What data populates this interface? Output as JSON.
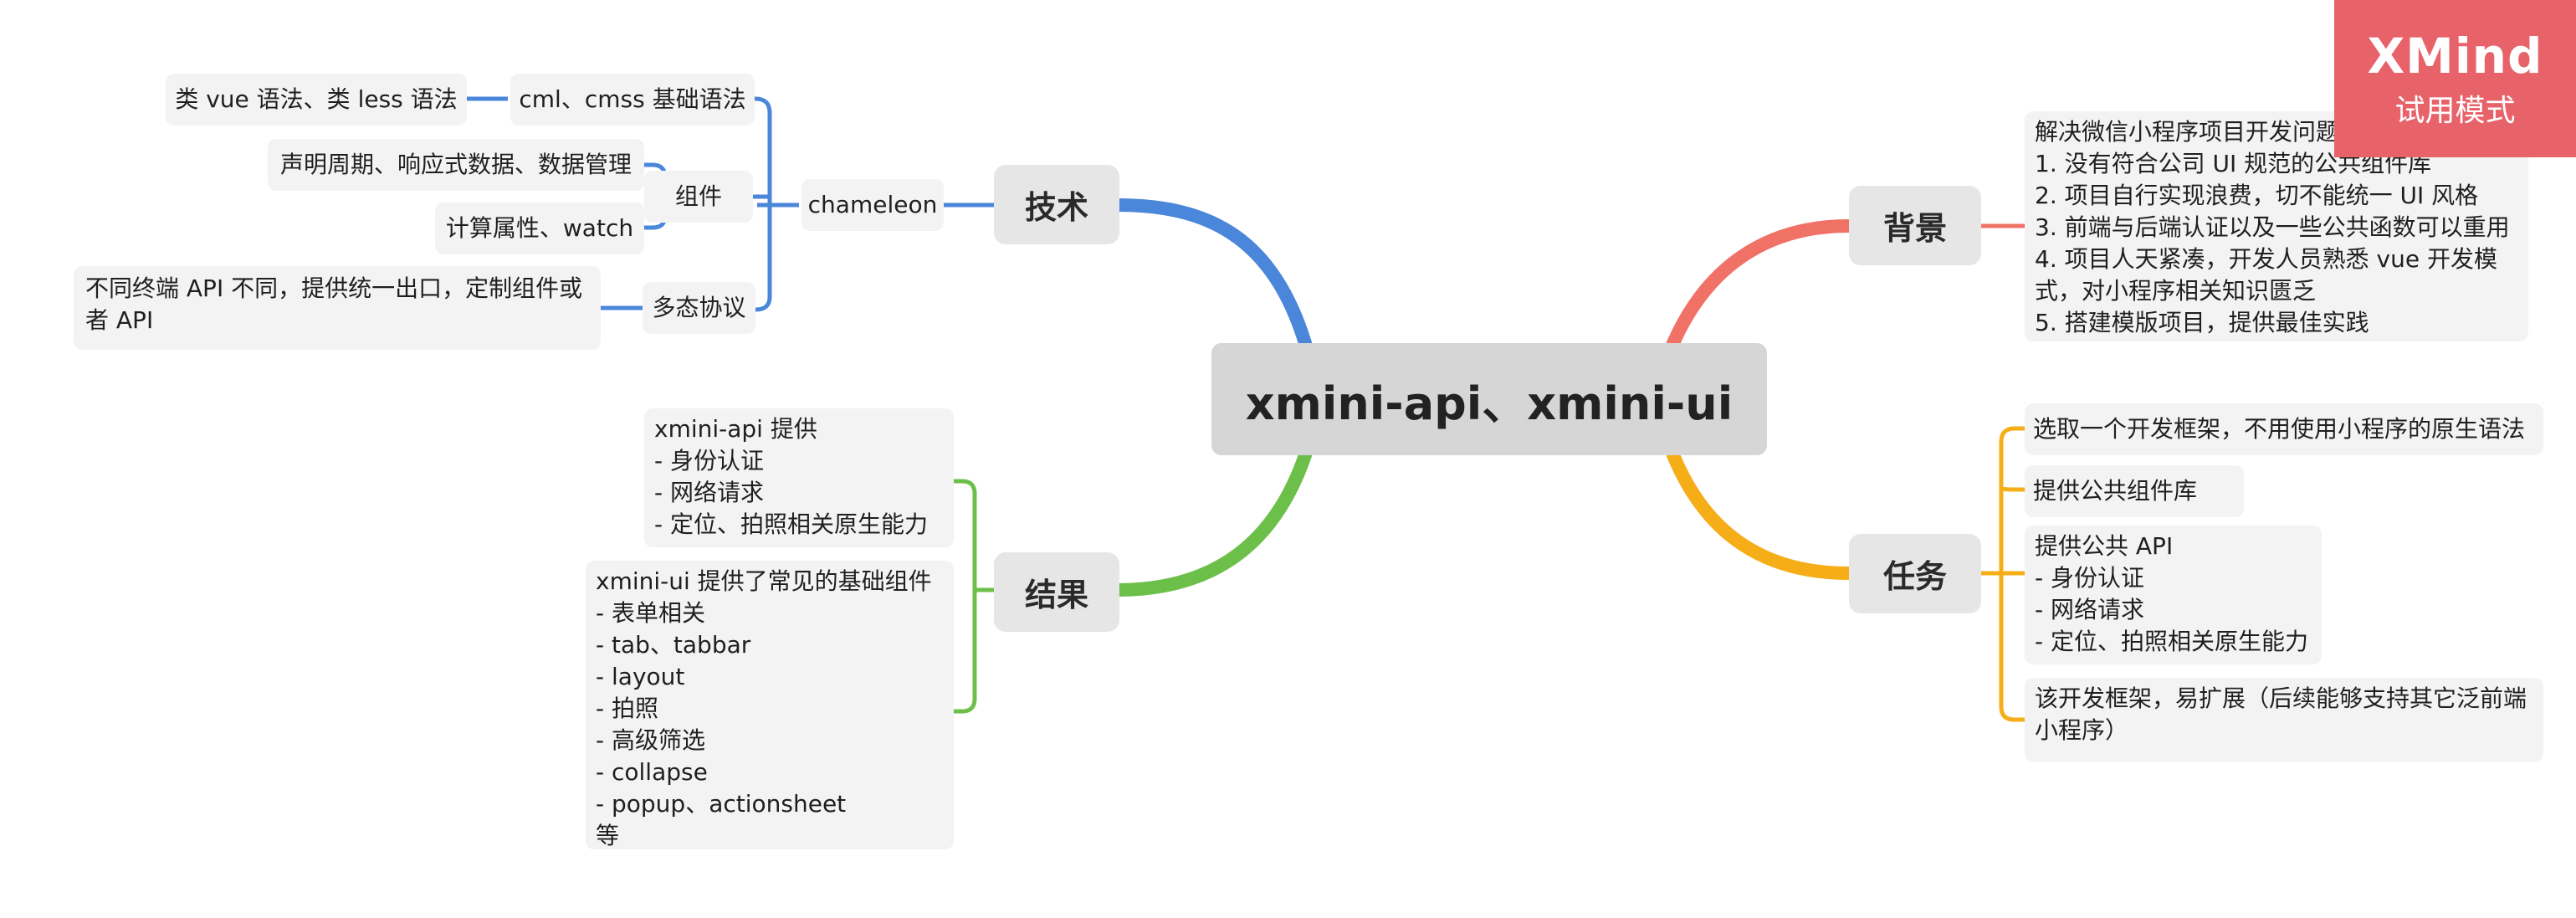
{
  "root": "xmini-api、xmini-ui",
  "watermark": {
    "brand": "XMind",
    "mode": "试用模式"
  },
  "colors": {
    "tech": "#4a86d9",
    "result": "#6cc04a",
    "background": "#f07166",
    "task": "#f5ae18",
    "watermark": "#e8626a"
  },
  "branches": {
    "tech": {
      "label": "技术",
      "chameleon": "chameleon",
      "cml": "cml、cmss 基础语法",
      "cml_detail": "类 vue 语法、类 less 语法",
      "component": "组件",
      "lifecycle": "声明周期、响应式数据、数据管理",
      "computed": "计算属性、watch",
      "polymorphic": "多态协议",
      "polymorphic_detail": "不同终端 API 不同，提供统一出口，定制组件或者 API"
    },
    "result": {
      "label": "结果",
      "api": "xmini-api 提供\n- 身份认证\n- 网络请求\n- 定位、拍照相关原生能力",
      "ui": "xmini-ui 提供了常见的基础组件\n- 表单相关\n- tab、tabbar\n- layout\n- 拍照\n- 高级筛选\n- collapse\n- popup、actionsheet\n等"
    },
    "background": {
      "label": "背景",
      "text": "解决微信小程序项目开发问题：\n1. 没有符合公司 UI 规范的公共组件库\n2. 项目自行实现浪费，切不能统一 UI 风格\n3. 前端与后端认证以及一些公共函数可以重用\n4. 项目人天紧凑，开发人员熟悉 vue 开发模式，对小程序相关知识匮乏\n5. 搭建模版项目，提供最佳实践"
    },
    "task": {
      "label": "任务",
      "items": [
        "选取一个开发框架，不用使用小程序的原生语法",
        "提供公共组件库",
        "提供公共 API\n- 身份认证\n- 网络请求\n- 定位、拍照相关原生能力",
        "该开发框架，易扩展（后续能够支持其它泛前端小程序）"
      ]
    }
  }
}
